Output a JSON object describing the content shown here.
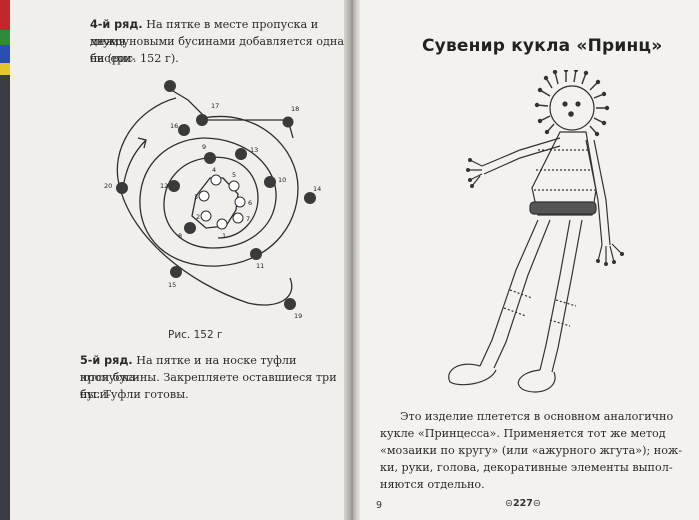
{
  "left_page": {
    "row4_heading": "4-й ряд.",
    "row4_lines": [
      "На пятке в месте пропуска и между",
      "двумя новыми бусинами добавляется одна бисери-",
      "на (рис. 152 г)."
    ],
    "figure_caption": "Рис. 152 г",
    "figure_labels": [
      "1",
      "2",
      "3",
      "4",
      "5",
      "6",
      "7",
      "8",
      "9",
      "10",
      "11",
      "12",
      "13",
      "14",
      "15",
      "16",
      "17",
      "18",
      "19",
      "20"
    ],
    "row5_heading": "5-й ряд.",
    "row5_lines": [
      "На пятке и на носке туфли пропуска-",
      "ются бусины. Закрепляете оставшиеся три буси-",
      "ны. Туфли готовы."
    ]
  },
  "right_page": {
    "title": "Сувенир кукла «Принц»",
    "body_lines": [
      "Это изделие плетется в основном аналогично",
      "кукле «Принцесса». Применяется тот же метод",
      "«мозаики по кругу» (или «ажурного жгута»); нож-",
      "ки, руки, голова, декоративные элементы выпол-",
      "няются отдельно."
    ],
    "page_number": "227",
    "corner_mark": "9"
  },
  "colors": {
    "paper": "#f1efec",
    "ink": "#2b2b2b",
    "bead": "#3a3a3a"
  }
}
